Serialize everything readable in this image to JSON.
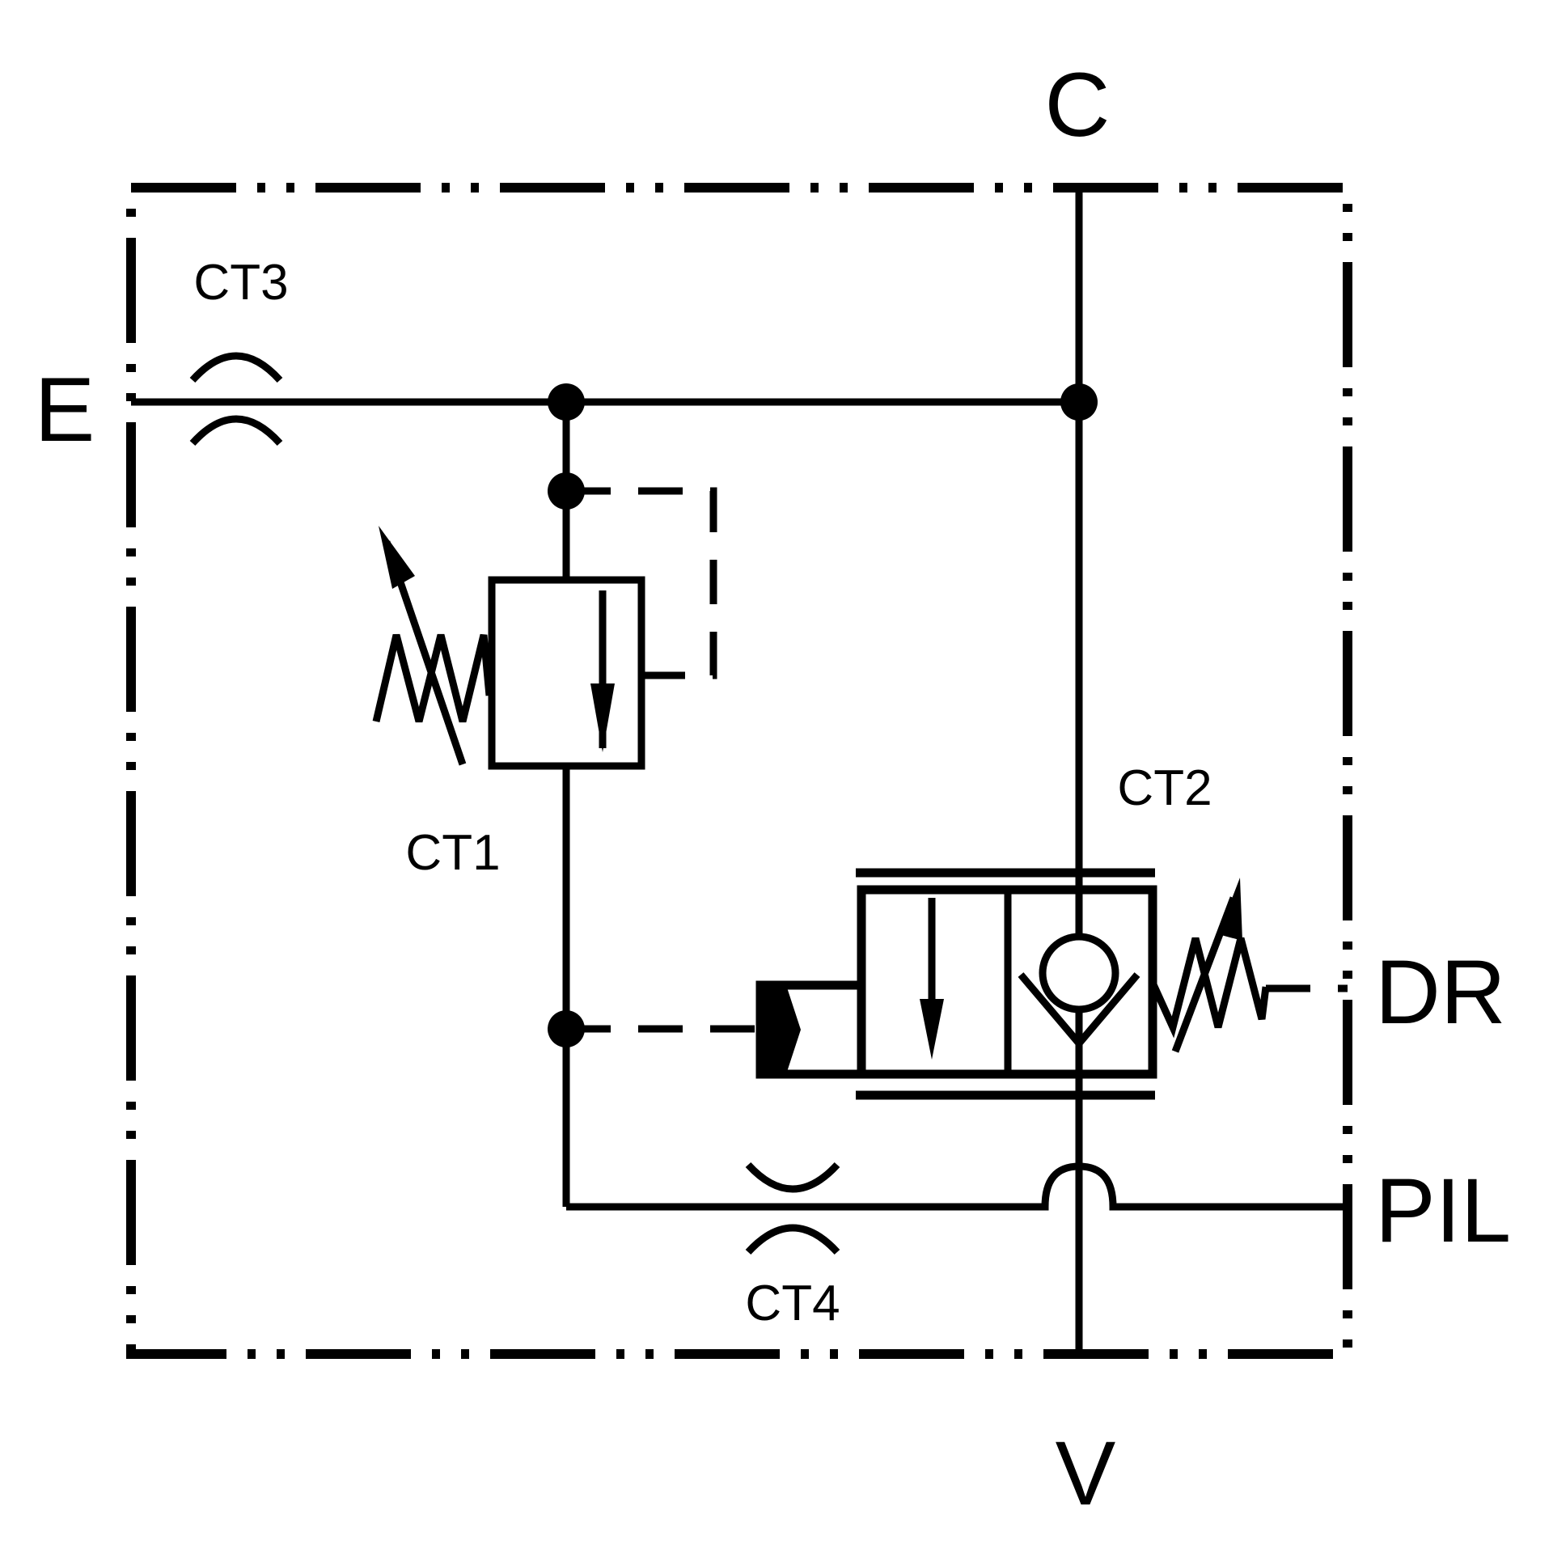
{
  "diagram": {
    "ports": {
      "c": "C",
      "e": "E",
      "v": "V",
      "dr": "DR",
      "pil": "PIL"
    },
    "components": {
      "ct1": "CT1",
      "ct2": "CT2",
      "ct3": "CT3",
      "ct4": "CT4"
    },
    "colors": {
      "line": "#000000",
      "background": "#ffffff"
    }
  }
}
